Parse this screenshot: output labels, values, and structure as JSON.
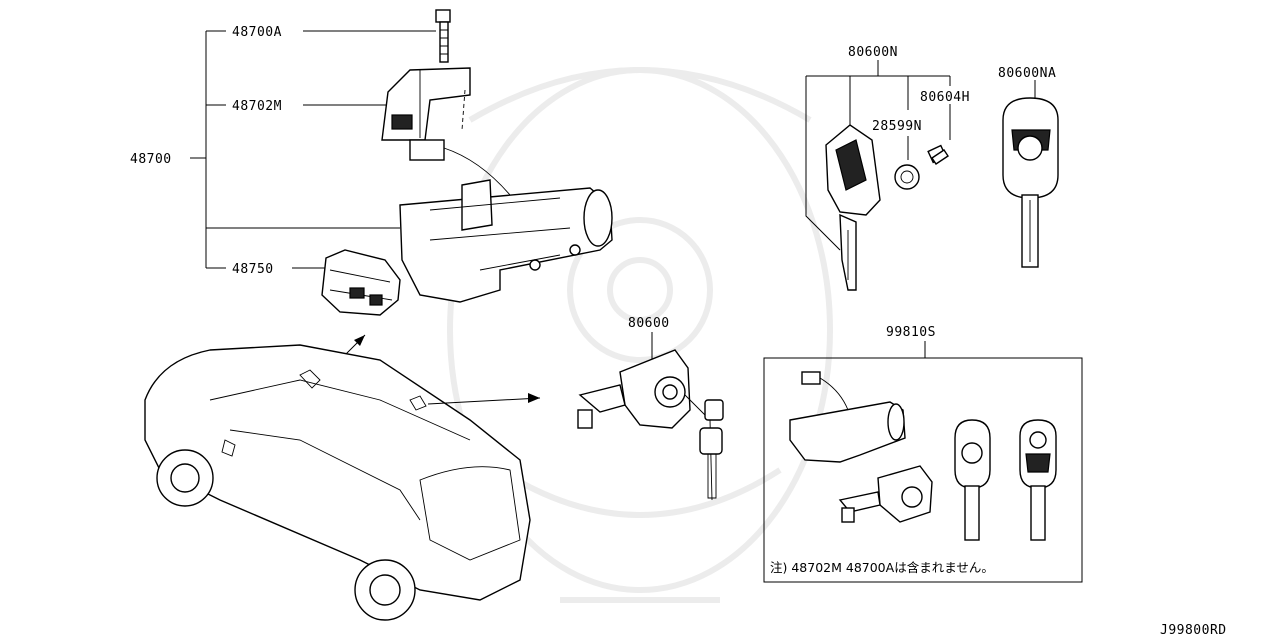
{
  "labels": {
    "p48700A": "48700A",
    "p48702M": "48702M",
    "p48700": "48700",
    "p48750": "48750",
    "p80600N": "80600N",
    "p80604H": "80604H",
    "p28599N": "28599N",
    "p80600NA": "80600NA",
    "p80600": "80600",
    "p99810S": "99810S"
  },
  "note": "注) 48702M  48700Aは含まれません。",
  "diagram_code": "J99800RD"
}
